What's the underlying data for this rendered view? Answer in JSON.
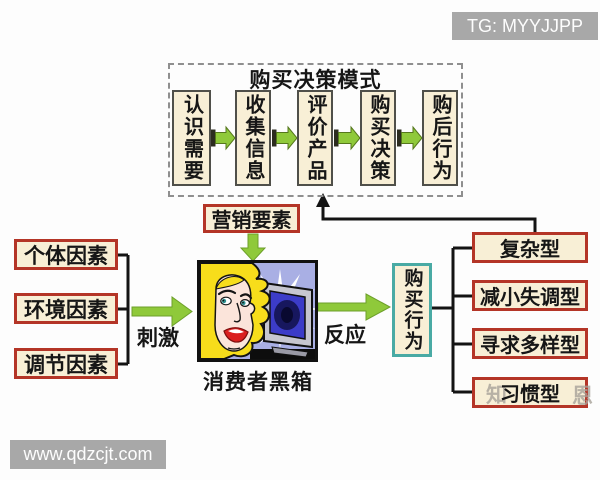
{
  "badges": {
    "tg": "TG: MYYJJPP",
    "site": "www.qdzcjt.com"
  },
  "decision_model": {
    "title": "购买决策模式",
    "steps": [
      "认识需要",
      "收集信息",
      "评价产品",
      "购买决策",
      "购后行为"
    ]
  },
  "marketing": {
    "label": "营销要素"
  },
  "stimulus_factors": [
    "个体因素",
    "环境因素",
    "调节因素"
  ],
  "flow_labels": {
    "stimulus": "刺激",
    "response": "反应",
    "black_box": "消费者黑箱"
  },
  "behavior": {
    "box_label": "购买行为",
    "types": [
      "复杂型",
      "减小失调型",
      "寻求多样型",
      "习惯型"
    ]
  },
  "zhihu_watermark": {
    "left_fragment": "知",
    "right_fragment": "恩"
  },
  "colors": {
    "box_fill": "#f8efd6",
    "red_border": "#b43527",
    "teal_border": "#49aaa4",
    "dark_border": "#50504a",
    "arrow_green": "#8fc93a",
    "line_black": "#141414",
    "badge_gray": "#a8a8a8",
    "watermark_gray": "#a8a29a"
  }
}
